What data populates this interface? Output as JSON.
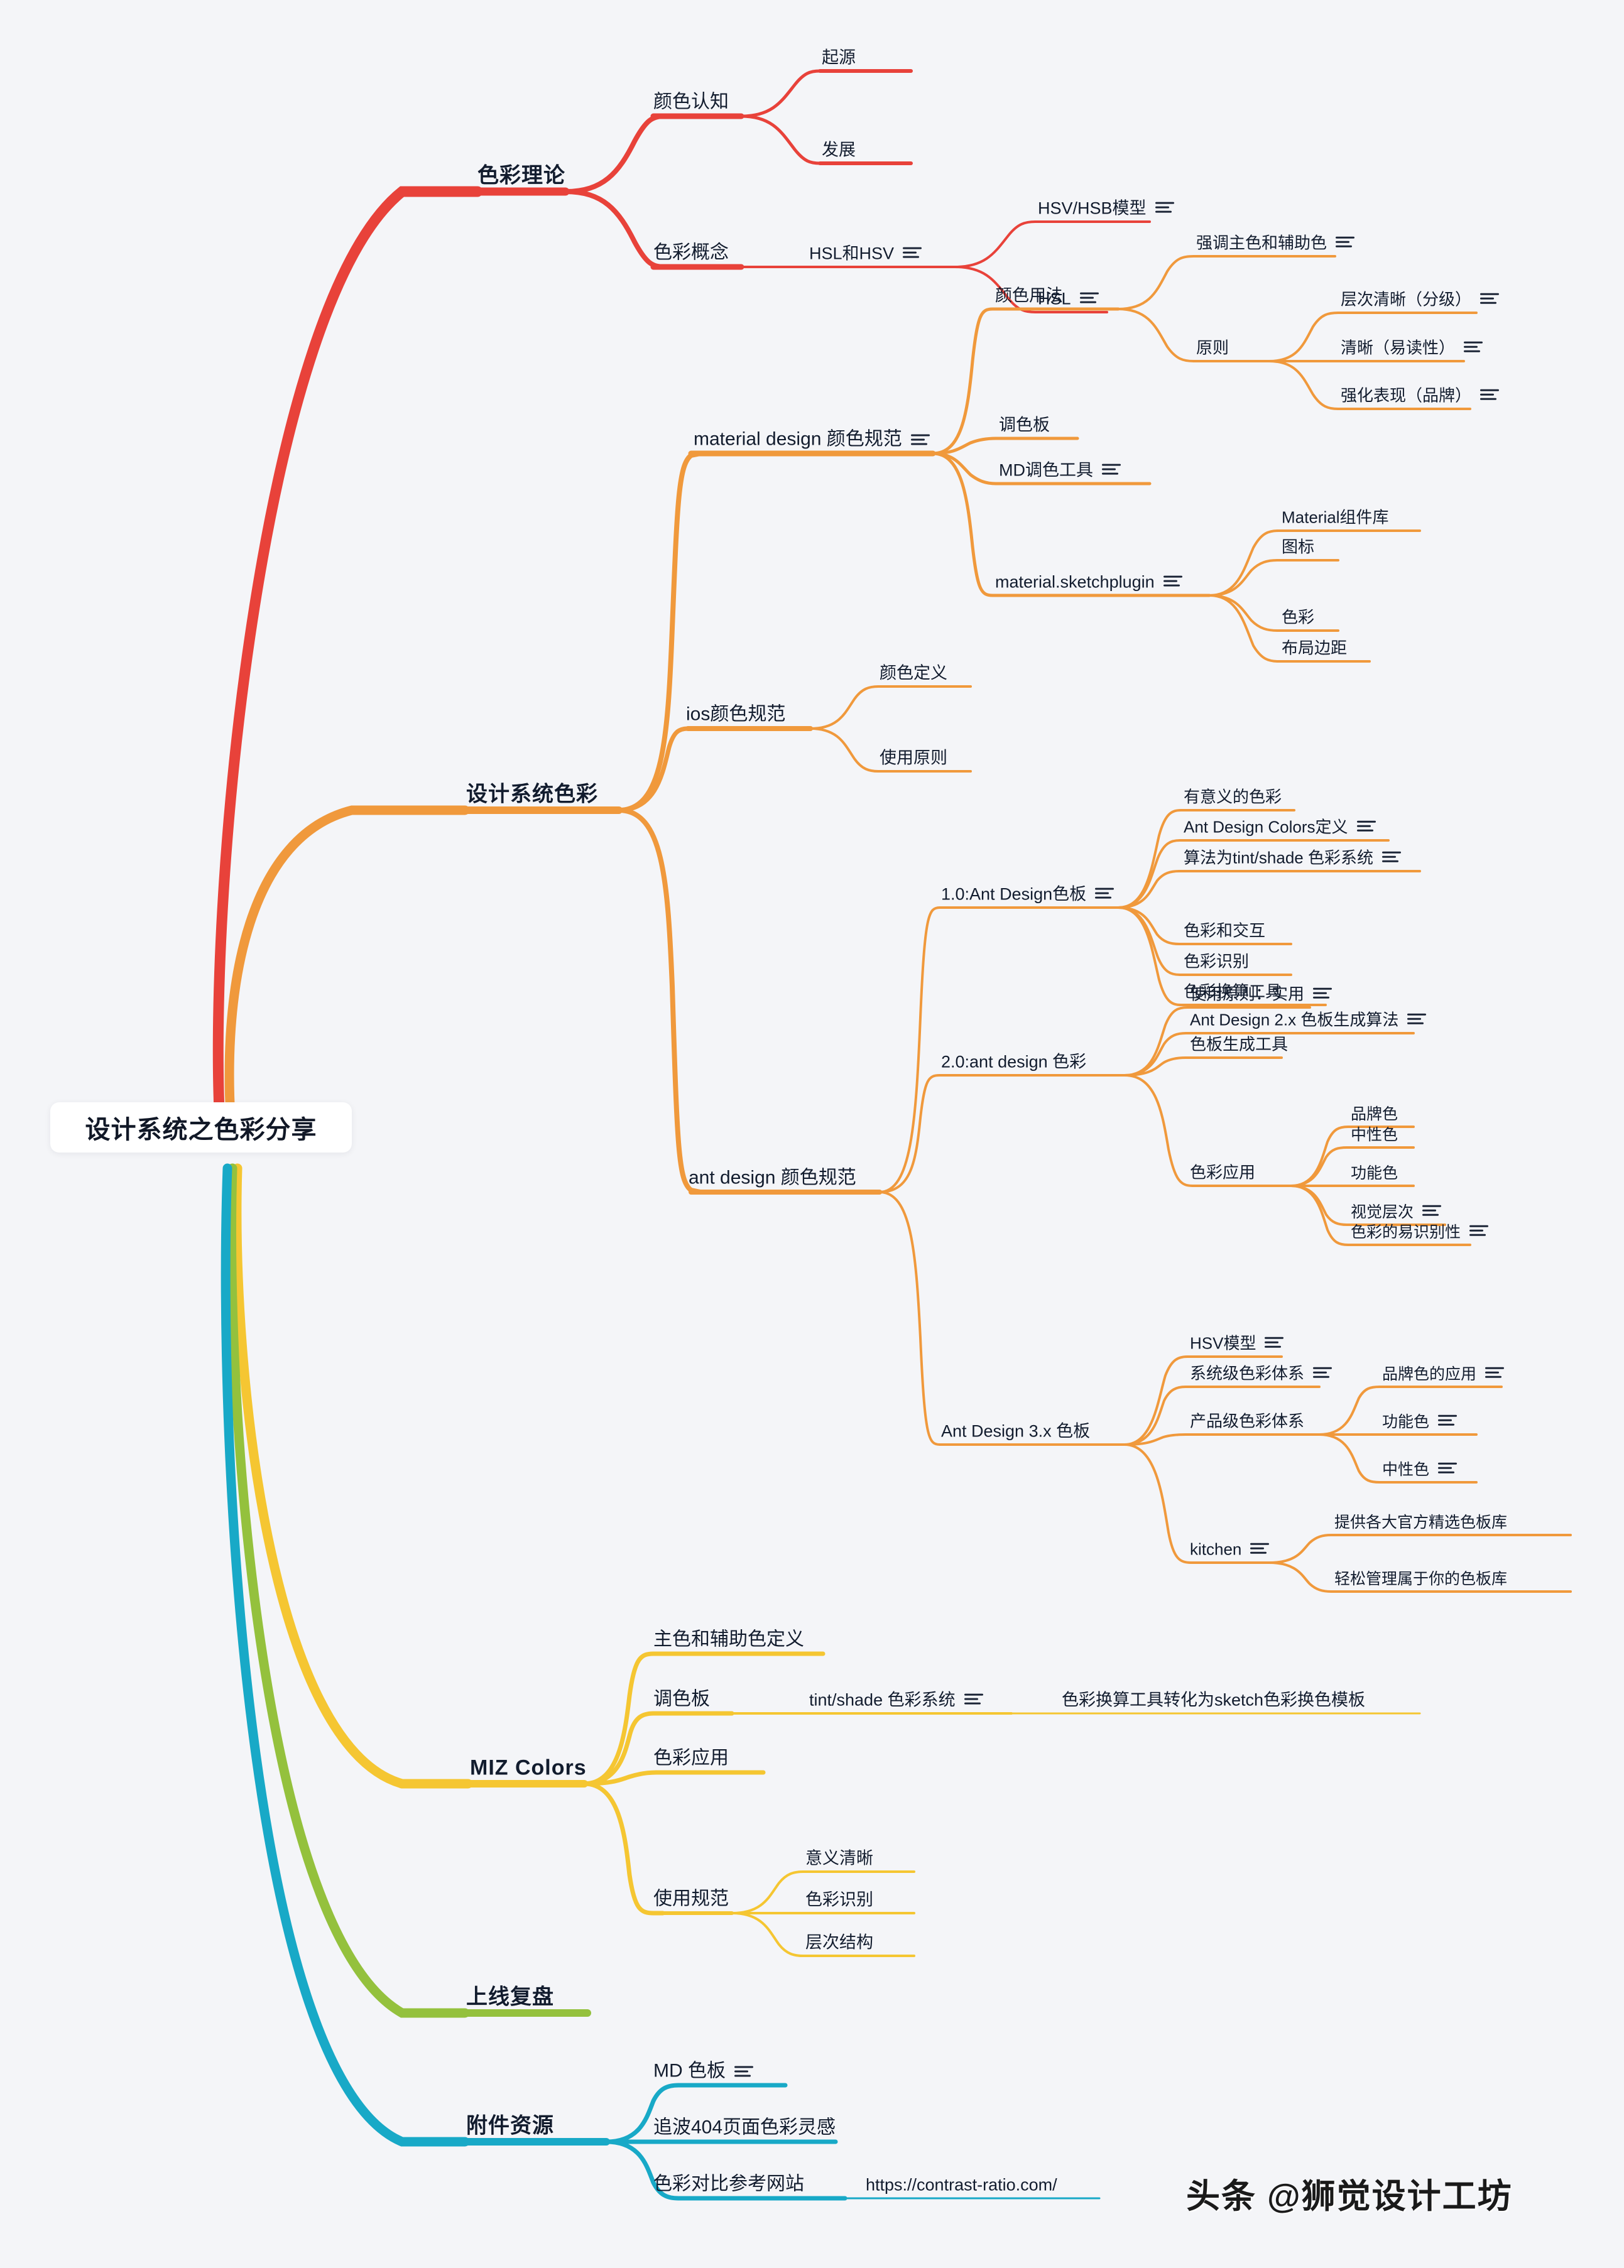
{
  "root": {
    "label": "设计系统之色彩分享"
  },
  "watermark": {
    "text": "头条 @狮觉设计工坊"
  },
  "colors": {
    "branch_red": "#e8423a",
    "branch_orange": "#f0993c",
    "branch_yellow": "#f5c632",
    "branch_green": "#94c13d",
    "branch_cyan": "#18a9c7",
    "background": "#f4f5f8",
    "text": "#121c2e",
    "root_bg": "#ffffff"
  },
  "branches": [
    {
      "id": "color-theory",
      "label": "色彩理论",
      "color": "#e8423a",
      "children": [
        {
          "label": "颜色认知",
          "children": [
            {
              "label": "起源"
            },
            {
              "label": "发展"
            }
          ]
        },
        {
          "label": "色彩概念",
          "children": [
            {
              "label": "HSL和HSV",
              "note": true,
              "children": [
                {
                  "label": "HSV/HSB模型",
                  "note": true
                },
                {
                  "label": "HSL",
                  "note": true
                }
              ]
            }
          ]
        }
      ]
    },
    {
      "id": "design-system-color",
      "label": "设计系统色彩",
      "color": "#f0993c",
      "children": [
        {
          "label": "material design 颜色规范",
          "note": true,
          "children": [
            {
              "label": "颜色用法",
              "children": [
                {
                  "label": "强调主色和辅助色",
                  "note": true
                },
                {
                  "label": "原则",
                  "children": [
                    {
                      "label": "层次清晰（分级）",
                      "note": true
                    },
                    {
                      "label": "清晰（易读性）",
                      "note": true
                    },
                    {
                      "label": "强化表现（品牌）",
                      "note": true
                    }
                  ]
                }
              ]
            },
            {
              "label": "调色板"
            },
            {
              "label": "MD调色工具",
              "note": true
            },
            {
              "label": "material.sketchplugin",
              "note": true,
              "children": [
                {
                  "label": "Material组件库"
                },
                {
                  "label": "图标"
                },
                {
                  "label": "色彩"
                },
                {
                  "label": "布局边距"
                }
              ]
            }
          ]
        },
        {
          "label": "ios颜色规范",
          "children": [
            {
              "label": "颜色定义"
            },
            {
              "label": "使用原则"
            }
          ]
        },
        {
          "label": "ant design 颜色规范",
          "children": [
            {
              "label": "1.0:Ant Design色板",
              "note": true,
              "children": [
                {
                  "label": "有意义的色彩"
                },
                {
                  "label": "Ant Design Colors定义",
                  "note": true
                },
                {
                  "label": "算法为tint/shade 色彩系统",
                  "note": true
                },
                {
                  "label": "色彩和交互"
                },
                {
                  "label": "色彩识别"
                },
                {
                  "label": "色彩换算工具"
                }
              ]
            },
            {
              "label": "2.0:ant design 色彩",
              "children": [
                {
                  "label": "使用原则：实用",
                  "note": true
                },
                {
                  "label": "Ant Design 2.x 色板生成算法",
                  "note": true
                },
                {
                  "label": "色板生成工具"
                },
                {
                  "label": "色彩应用",
                  "children": [
                    {
                      "label": "品牌色"
                    },
                    {
                      "label": "中性色"
                    },
                    {
                      "label": "功能色"
                    },
                    {
                      "label": "视觉层次",
                      "note": true
                    },
                    {
                      "label": "色彩的易识别性",
                      "note": true
                    }
                  ]
                }
              ]
            },
            {
              "label": "Ant Design 3.x 色板",
              "children": [
                {
                  "label": "HSV模型",
                  "note": true
                },
                {
                  "label": "系统级色彩体系",
                  "note": true
                },
                {
                  "label": "产品级色彩体系",
                  "children": [
                    {
                      "label": "品牌色的应用",
                      "note": true
                    },
                    {
                      "label": "功能色",
                      "note": true
                    },
                    {
                      "label": "中性色",
                      "note": true
                    }
                  ]
                },
                {
                  "label": "kitchen",
                  "note": true,
                  "children": [
                    {
                      "label": "提供各大官方精选色板库"
                    },
                    {
                      "label": "轻松管理属于你的色板库"
                    }
                  ]
                }
              ]
            }
          ]
        }
      ]
    },
    {
      "id": "miz-colors",
      "label": "MIZ Colors",
      "color": "#f5c632",
      "children": [
        {
          "label": "主色和辅助色定义"
        },
        {
          "label": "调色板",
          "children": [
            {
              "label": "tint/shade 色彩系统",
              "note": true,
              "children": [
                {
                  "label": "色彩换算工具转化为sketch色彩换色模板"
                }
              ]
            }
          ]
        },
        {
          "label": "色彩应用"
        },
        {
          "label": "使用规范",
          "children": [
            {
              "label": "意义清晰"
            },
            {
              "label": "色彩识别"
            },
            {
              "label": "层次结构"
            }
          ]
        }
      ]
    },
    {
      "id": "launch-review",
      "label": "上线复盘",
      "color": "#94c13d",
      "children": []
    },
    {
      "id": "attachments",
      "label": "附件资源",
      "color": "#18a9c7",
      "children": [
        {
          "label": "MD 色板",
          "note": true
        },
        {
          "label": "追波404页面色彩灵感"
        },
        {
          "label": "色彩对比参考网站",
          "children": [
            {
              "label": "https://contrast-ratio.com/"
            }
          ]
        }
      ]
    }
  ]
}
